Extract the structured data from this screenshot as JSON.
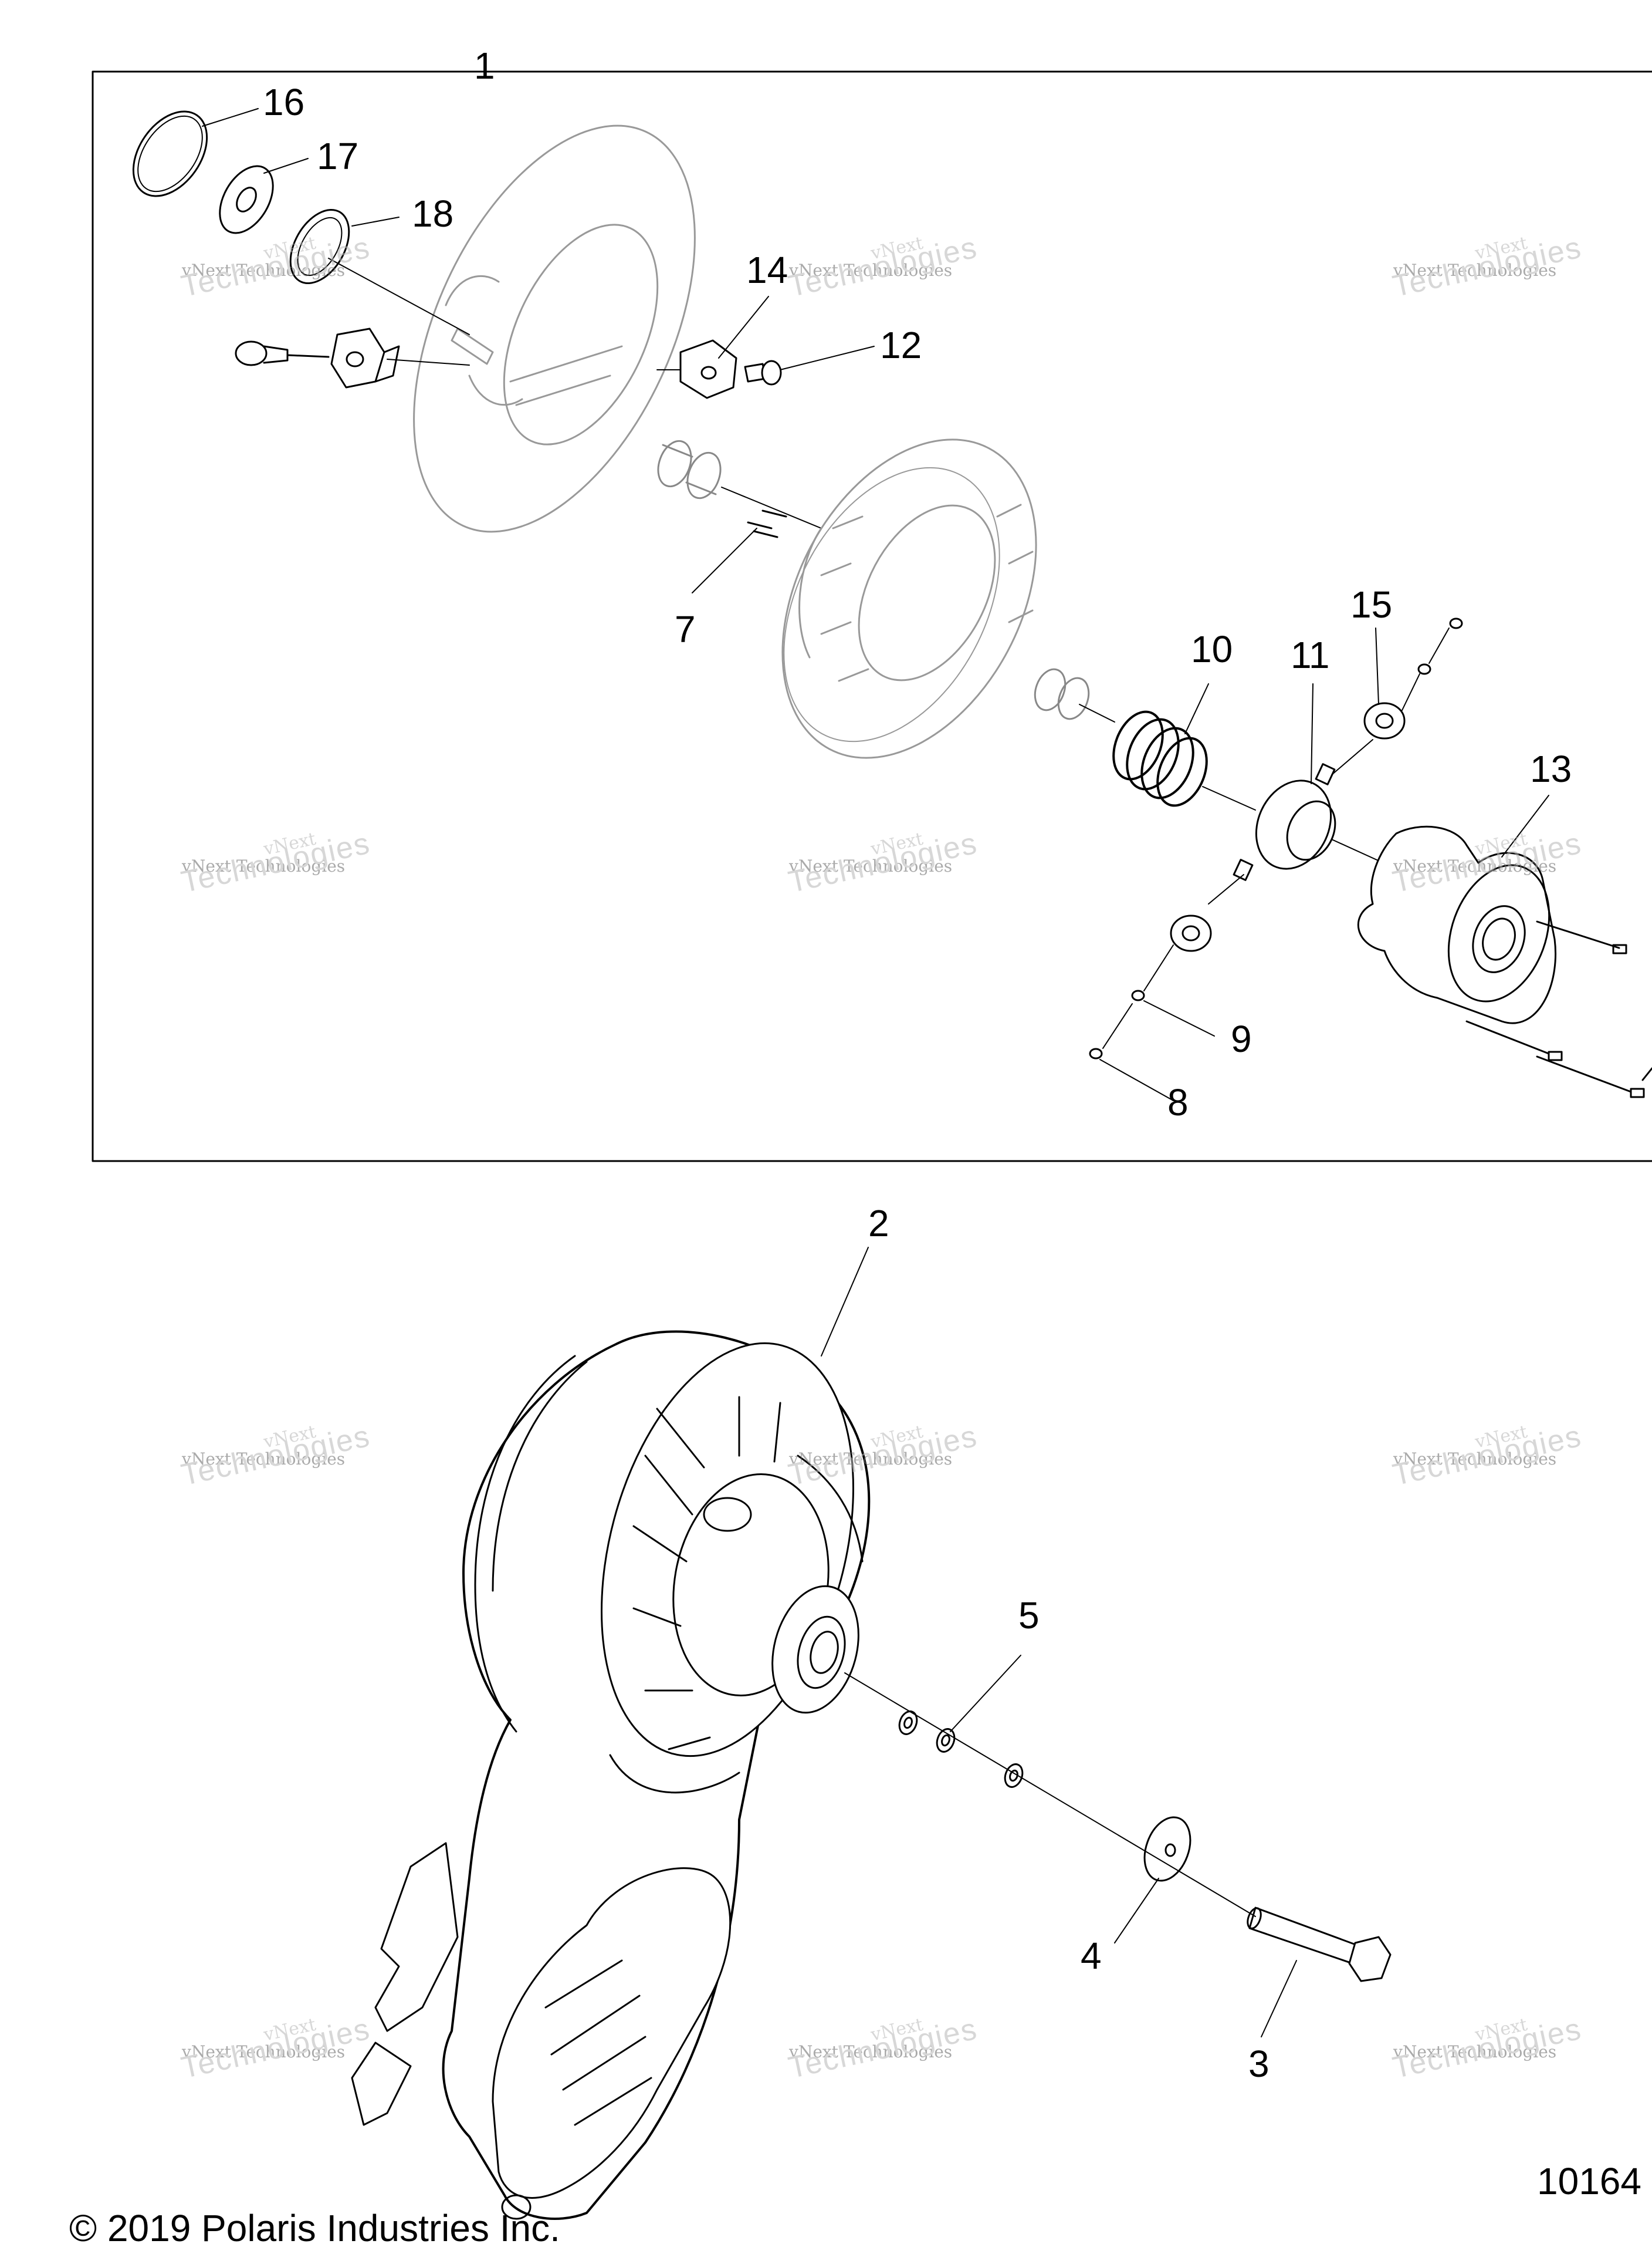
{
  "diagram": {
    "callouts": {
      "c1": "1",
      "c2": "2",
      "c3": "3",
      "c4": "4",
      "c5": "5",
      "c7": "7",
      "c8": "8",
      "c9": "9",
      "c10": "10",
      "c11": "11",
      "c12": "12",
      "c13": "13",
      "c14": "14",
      "c15": "15",
      "c16": "16",
      "c17": "17",
      "c18": "18"
    },
    "figure_number": "10164",
    "copyright": "© 2019 Polaris Industries Inc.",
    "watermark": {
      "line1": "vNext",
      "line2": "vNext Technologies",
      "line3": "Technologies"
    }
  }
}
